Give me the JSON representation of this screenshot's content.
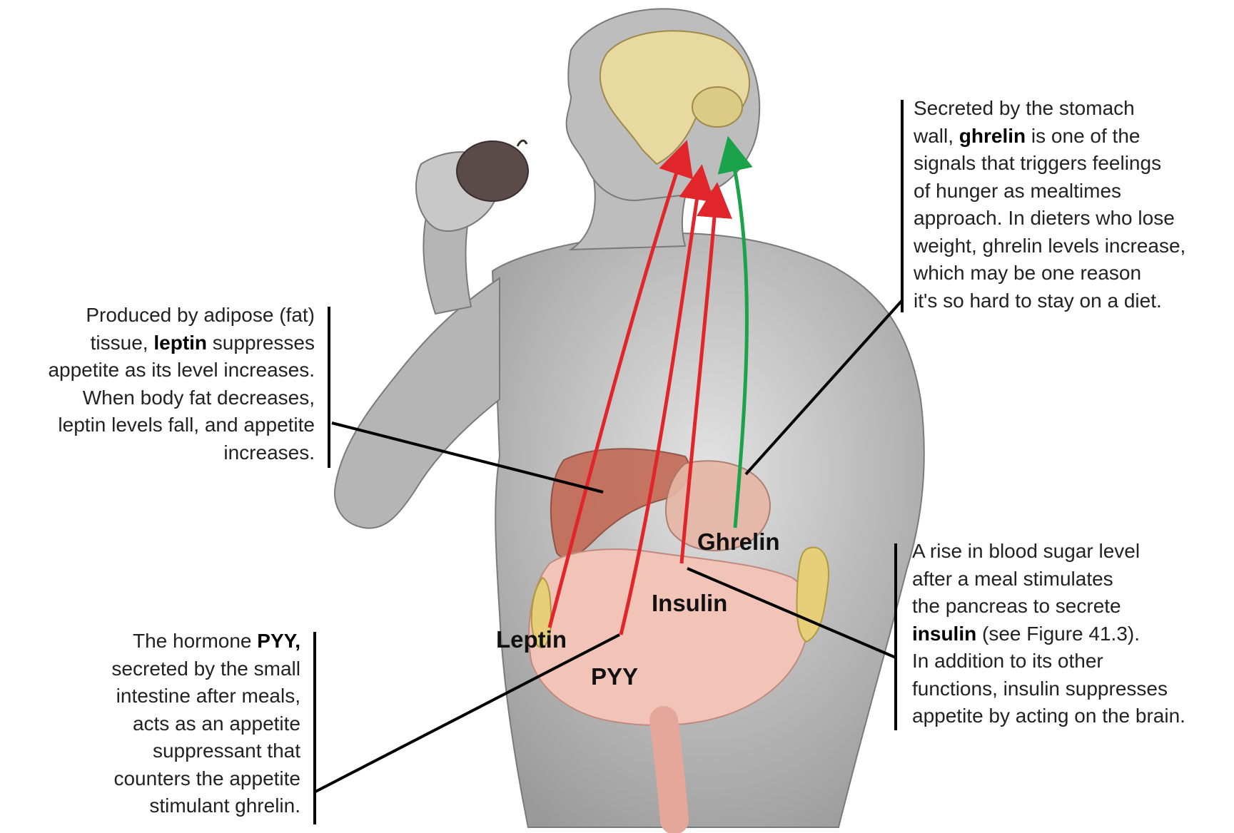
{
  "callouts": {
    "ghrelin": {
      "lines": [
        [
          "Secreted by the stomach"
        ],
        [
          "wall, ",
          {
            "b": "ghrelin"
          },
          " is one of the"
        ],
        [
          "signals that triggers feelings"
        ],
        [
          "of hunger as mealtimes"
        ],
        [
          "approach. In dieters who lose"
        ],
        [
          "weight, ghrelin levels increase,"
        ],
        [
          "which may be one reason"
        ],
        [
          "it's so hard to stay on a diet."
        ]
      ]
    },
    "leptin": {
      "lines": [
        [
          "Produced by adipose (fat)"
        ],
        [
          "tissue, ",
          {
            "b": "leptin"
          },
          " suppresses"
        ],
        [
          "appetite as its level increases."
        ],
        [
          "When body fat decreases,"
        ],
        [
          "leptin levels fall, and appetite"
        ],
        [
          "increases."
        ]
      ]
    },
    "insulin": {
      "lines": [
        [
          "A rise in blood sugar level"
        ],
        [
          "after a meal stimulates"
        ],
        [
          "the pancreas to secrete"
        ],
        [
          {
            "b": "insulin"
          },
          " (see Figure 41.3)."
        ],
        [
          "In addition to its other"
        ],
        [
          "functions, insulin suppresses"
        ],
        [
          "appetite by acting on the brain."
        ]
      ]
    },
    "pyy": {
      "lines": [
        [
          "The hormone ",
          {
            "b": "PYY,"
          }
        ],
        [
          "secreted by the small"
        ],
        [
          "intestine after meals,"
        ],
        [
          "acts as an appetite"
        ],
        [
          "suppressant that"
        ],
        [
          "counters the appetite"
        ],
        [
          "stimulant ghrelin."
        ]
      ]
    }
  },
  "labels": {
    "ghrelin": "Ghrelin",
    "insulin": "Insulin",
    "leptin": "Leptin",
    "pyy": "PYY"
  },
  "colors": {
    "inhibitory_arrow": "#e0262b",
    "stimulatory_arrow": "#1aa34a",
    "skin": "#cfcfcf",
    "brain": "#e8d9a0",
    "organs": "#f2c4b8"
  }
}
